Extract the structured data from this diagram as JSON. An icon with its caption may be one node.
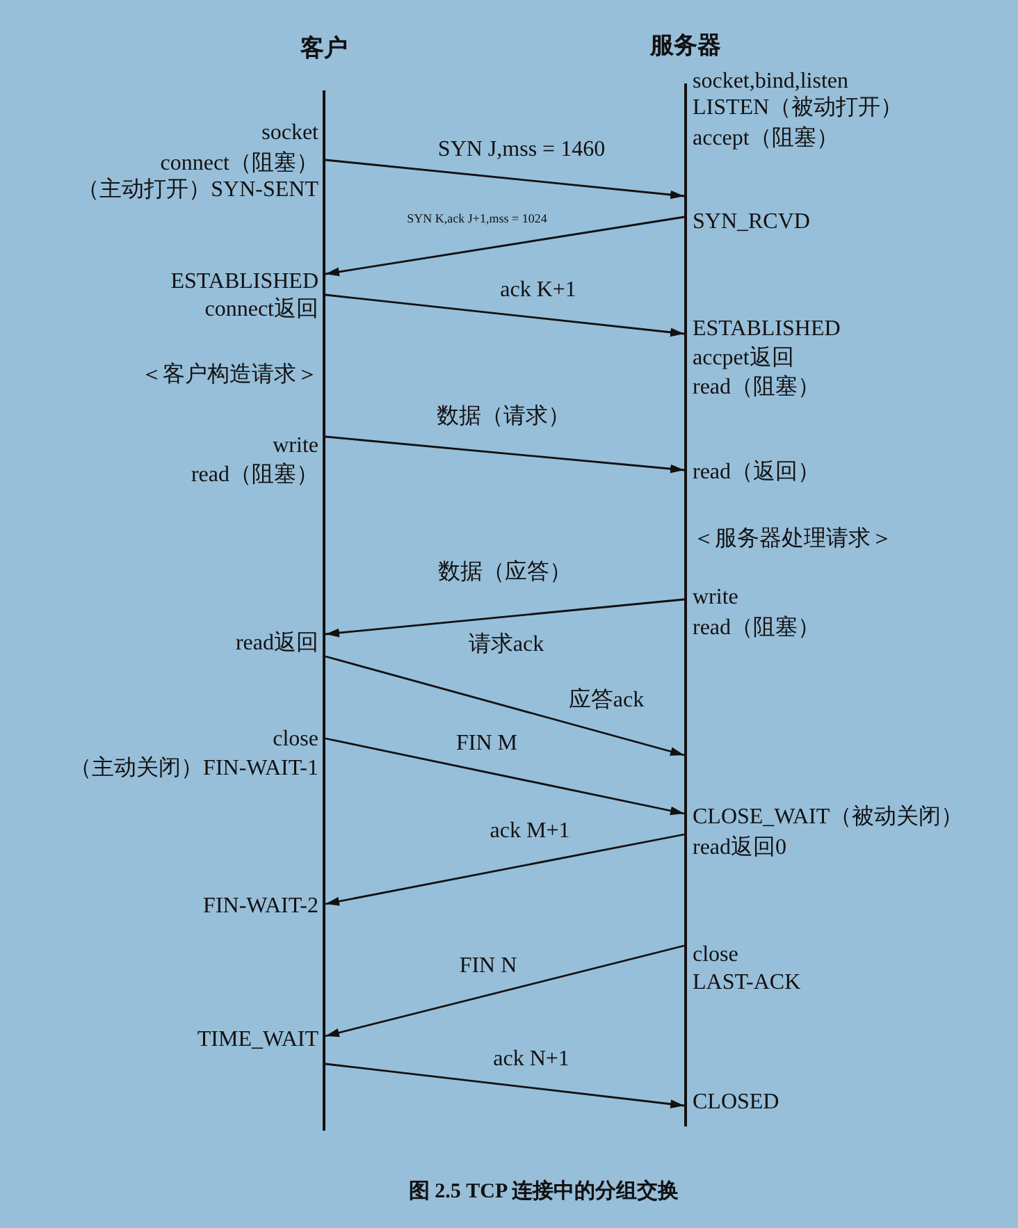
{
  "diagram": {
    "caption": "图 2.5 TCP 连接中的分组交换",
    "nodes": [
      {
        "text": [
          "客户"
        ],
        "beside": [
          "socket",
          "connect（阻塞）",
          "（主动打开）SYN-SENT",
          "ESTABLISHED",
          "connect返回",
          "＜客户构造请求＞",
          "write",
          "read（阻塞）",
          "read返回",
          "close",
          "（主动关闭）FIN-WAIT-1",
          "FIN-WAIT-2",
          "TIME_WAIT"
        ]
      },
      {
        "text": [
          "服务器"
        ],
        "beside": [
          "socket,bind,listen",
          "LISTEN（被动打开）",
          "accept（阻塞）",
          "SYN_RCVD",
          "ESTABLISHED",
          "accpet返回",
          "read（阻塞）",
          "read（返回）",
          "＜服务器处理请求＞",
          "write",
          "read（阻塞）",
          "CLOSE_WAIT（被动关闭）",
          "read返回0",
          "close",
          "LAST-ACK",
          "CLOSED"
        ]
      }
    ],
    "edges": [
      {
        "from": 0,
        "to": 1,
        "arrow": "to",
        "label": "SYN J,mss = 1460"
      },
      {
        "from": 1,
        "to": 0,
        "arrow": "to",
        "label": "SYN K,ack J+1,mss = 1024"
      },
      {
        "from": 0,
        "to": 1,
        "arrow": "to",
        "label": "ack K+1"
      },
      {
        "from": 0,
        "to": 1,
        "arrow": "to",
        "label": "数据（请求）"
      },
      {
        "from": 1,
        "to": 0,
        "arrow": "to",
        "label": "数据（应答）"
      },
      {
        "from": 0,
        "to": 1,
        "arrow": "to",
        "label": "应答ack"
      },
      {
        "from": 0,
        "to": 1,
        "arrow": "to",
        "label": "FIN M"
      },
      {
        "from": 1,
        "to": 0,
        "arrow": "to",
        "label": "ack M+1"
      },
      {
        "from": 1,
        "to": 0,
        "arrow": "to",
        "label": "FIN N"
      },
      {
        "from": 0,
        "to": 1,
        "arrow": "to",
        "label": "ack N+1"
      }
    ],
    "labels": [
      "请求ack"
    ]
  }
}
